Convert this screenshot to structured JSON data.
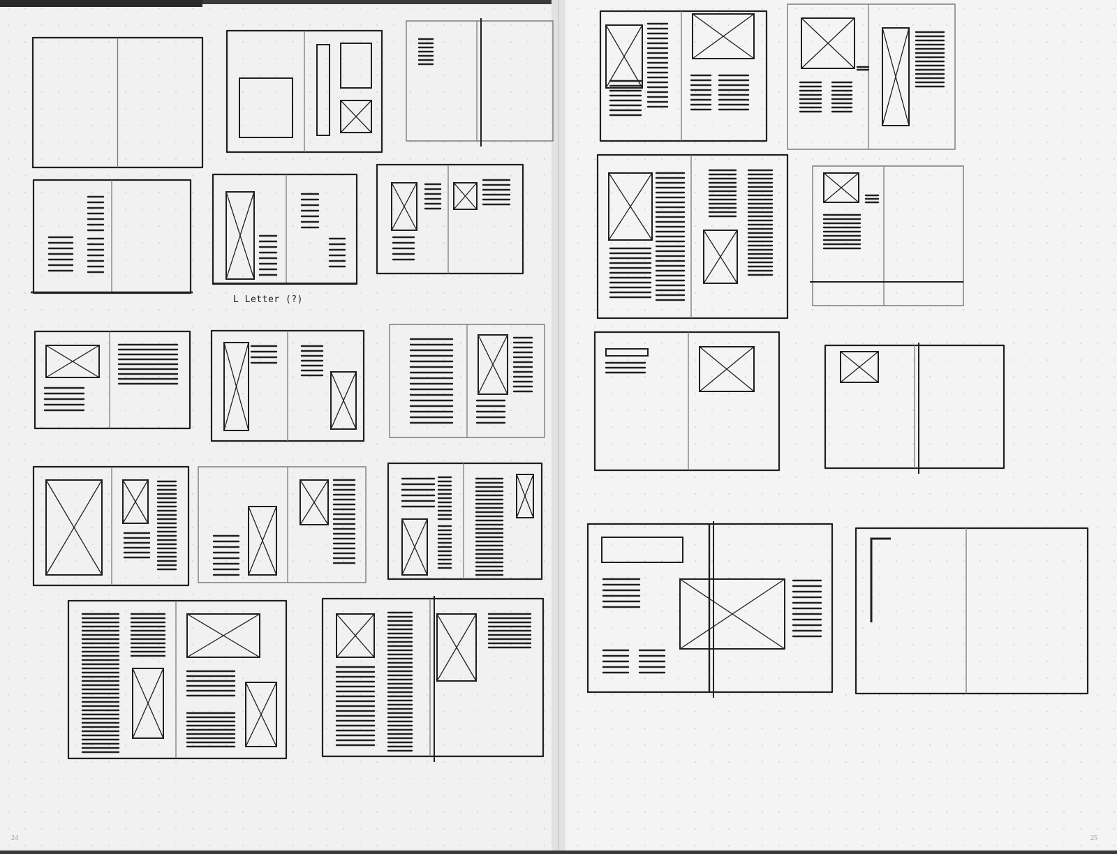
{
  "notebook": {
    "left_page_number": "24",
    "right_page_number": "25",
    "sketch_note": "L Letter (?)"
  },
  "colors": {
    "paper_left": "#f2f2f2",
    "paper_right": "#f4f4f4",
    "ink": "#1f1f1f",
    "pencil": "#7a7a7a",
    "dot_grid": "#c9c9c9",
    "desk": "#3a3a3a"
  },
  "icons": {
    "image_placeholder": "crossed-box-icon",
    "text_block": "horizontal-lines-icon"
  }
}
